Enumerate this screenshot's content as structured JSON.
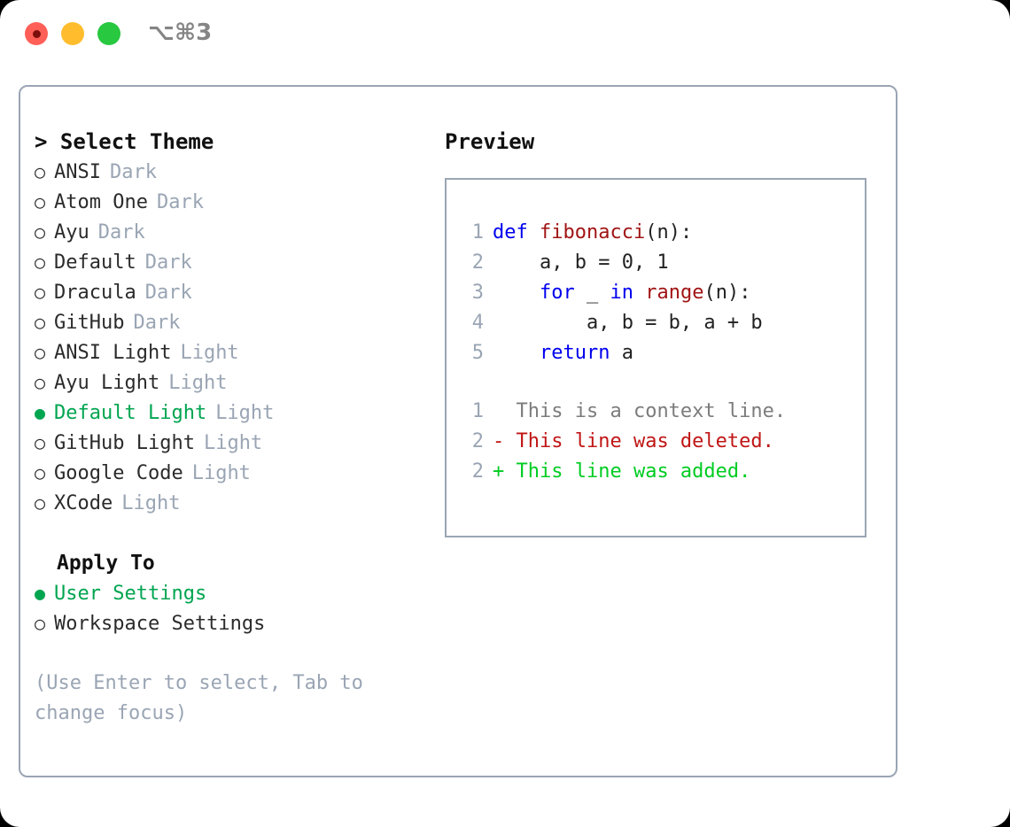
{
  "window": {
    "traffic_lights": [
      "close",
      "minimize",
      "maximize"
    ],
    "shortcut_label": "⌥⌘3"
  },
  "theme_picker": {
    "heading": "> Select Theme",
    "bullet_unselected": "○",
    "bullet_selected": "●",
    "accent_color": "#00a550",
    "tag_color": "#9aa5b4",
    "items": [
      {
        "label": "ANSI",
        "tag": "Dark",
        "selected": false
      },
      {
        "label": "Atom One",
        "tag": "Dark",
        "selected": false
      },
      {
        "label": "Ayu",
        "tag": "Dark",
        "selected": false
      },
      {
        "label": "Default",
        "tag": "Dark",
        "selected": false
      },
      {
        "label": "Dracula",
        "tag": "Dark",
        "selected": false
      },
      {
        "label": "GitHub",
        "tag": "Dark",
        "selected": false
      },
      {
        "label": "ANSI Light",
        "tag": "Light",
        "selected": false
      },
      {
        "label": "Ayu Light",
        "tag": "Light",
        "selected": false
      },
      {
        "label": "Default Light",
        "tag": "Light",
        "selected": true
      },
      {
        "label": "GitHub Light",
        "tag": "Light",
        "selected": false
      },
      {
        "label": "Google Code",
        "tag": "Light",
        "selected": false
      },
      {
        "label": "XCode",
        "tag": "Light",
        "selected": false
      }
    ]
  },
  "apply_to": {
    "heading": "Apply To",
    "options": [
      {
        "label": "User Settings",
        "selected": true
      },
      {
        "label": "Workspace Settings",
        "selected": false
      }
    ]
  },
  "hint": "(Use Enter to select, Tab to change focus)",
  "preview": {
    "heading": "Preview",
    "code_lines": [
      {
        "num": "1",
        "tokens": [
          {
            "t": "def",
            "c": "kw"
          },
          {
            "t": " ",
            "c": "pln"
          },
          {
            "t": "fibonacci",
            "c": "fn"
          },
          {
            "t": "(n):",
            "c": "pln"
          }
        ]
      },
      {
        "num": "2",
        "tokens": [
          {
            "t": "    a, b = 0, 1",
            "c": "pln"
          }
        ]
      },
      {
        "num": "3",
        "tokens": [
          {
            "t": "    ",
            "c": "pln"
          },
          {
            "t": "for",
            "c": "kw"
          },
          {
            "t": " _ ",
            "c": "pln"
          },
          {
            "t": "in",
            "c": "kw"
          },
          {
            "t": " ",
            "c": "pln"
          },
          {
            "t": "range",
            "c": "fn"
          },
          {
            "t": "(n):",
            "c": "pln"
          }
        ]
      },
      {
        "num": "4",
        "tokens": [
          {
            "t": "        a, b = b, a + b",
            "c": "pln"
          }
        ]
      },
      {
        "num": "5",
        "tokens": [
          {
            "t": "    ",
            "c": "pln"
          },
          {
            "t": "return",
            "c": "kw"
          },
          {
            "t": " a",
            "c": "pln"
          }
        ]
      }
    ],
    "diff_lines": [
      {
        "num": "1",
        "marker": "  ",
        "text": "This is a context line.",
        "kind": "ctx"
      },
      {
        "num": "2",
        "marker": "- ",
        "text": "This line was deleted.",
        "kind": "del"
      },
      {
        "num": "2",
        "marker": "+ ",
        "text": "This line was added.",
        "kind": "add"
      }
    ]
  }
}
